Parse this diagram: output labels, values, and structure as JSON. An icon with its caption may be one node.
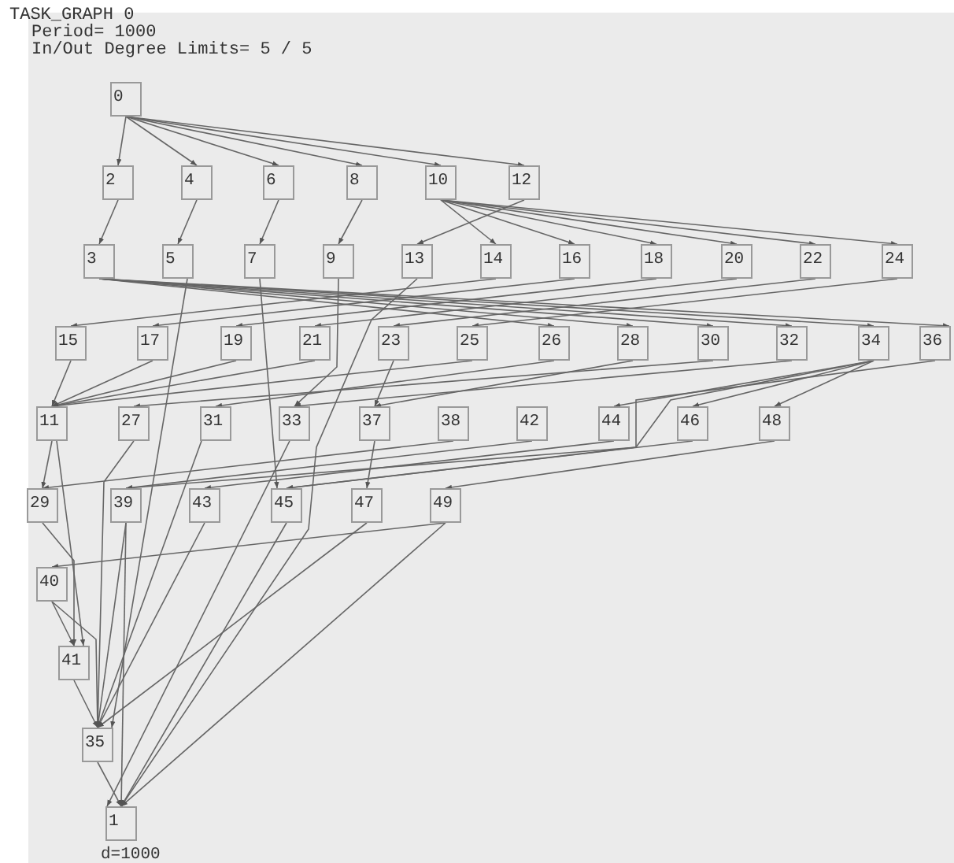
{
  "diagram": {
    "title": "TASK_GRAPH 0",
    "labels": [
      "Period= 1000",
      "In/Out Degree Limits= 5 / 5"
    ],
    "nodes": [
      {
        "text": [
          "0"
        ]
      },
      {
        "text": [
          "2"
        ]
      },
      {
        "text": [
          "4"
        ]
      },
      {
        "text": [
          "6"
        ]
      },
      {
        "text": [
          "8"
        ]
      },
      {
        "text": [
          "10"
        ]
      },
      {
        "text": [
          "12"
        ]
      },
      {
        "text": [
          "3"
        ]
      },
      {
        "text": [
          "5"
        ]
      },
      {
        "text": [
          "7"
        ]
      },
      {
        "text": [
          "9"
        ]
      },
      {
        "text": [
          "13"
        ]
      },
      {
        "text": [
          "14"
        ]
      },
      {
        "text": [
          "16"
        ]
      },
      {
        "text": [
          "18"
        ]
      },
      {
        "text": [
          "20"
        ]
      },
      {
        "text": [
          "22"
        ]
      },
      {
        "text": [
          "24"
        ]
      },
      {
        "text": [
          "15"
        ]
      },
      {
        "text": [
          "17"
        ]
      },
      {
        "text": [
          "19"
        ]
      },
      {
        "text": [
          "21"
        ]
      },
      {
        "text": [
          "23"
        ]
      },
      {
        "text": [
          "25"
        ]
      },
      {
        "text": [
          "26"
        ]
      },
      {
        "text": [
          "28"
        ]
      },
      {
        "text": [
          "30"
        ]
      },
      {
        "text": [
          "32"
        ]
      },
      {
        "text": [
          "34"
        ]
      },
      {
        "text": [
          "36"
        ]
      },
      {
        "text": [
          "11"
        ]
      },
      {
        "text": [
          "27"
        ]
      },
      {
        "text": [
          "31"
        ]
      },
      {
        "text": [
          "33"
        ]
      },
      {
        "text": [
          "37"
        ]
      },
      {
        "text": [
          "38"
        ]
      },
      {
        "text": [
          "42"
        ]
      },
      {
        "text": [
          "44"
        ]
      },
      {
        "text": [
          "46"
        ]
      },
      {
        "text": [
          "48"
        ]
      },
      {
        "text": [
          "29"
        ]
      },
      {
        "text": [
          "39"
        ]
      },
      {
        "text": [
          "43"
        ]
      },
      {
        "text": [
          "45"
        ]
      },
      {
        "text": [
          "47"
        ]
      },
      {
        "text": [
          "49"
        ]
      },
      {
        "text": [
          "40"
        ]
      },
      {
        "text": [
          "41"
        ]
      },
      {
        "text": [
          "35"
        ]
      },
      {
        "text": [
          "1"
        ],
        "beside": [
          "d=1000"
        ]
      }
    ],
    "edges": [
      {
        "from": 0,
        "to": 1,
        "arrow": "to"
      },
      {
        "from": 0,
        "to": 2,
        "arrow": "to"
      },
      {
        "from": 0,
        "to": 3,
        "arrow": "to"
      },
      {
        "from": 0,
        "to": 4,
        "arrow": "to"
      },
      {
        "from": 0,
        "to": 5,
        "arrow": "to"
      },
      {
        "from": 0,
        "to": 6,
        "arrow": "to"
      },
      {
        "from": 1,
        "to": 7,
        "arrow": "to"
      },
      {
        "from": 2,
        "to": 8,
        "arrow": "to"
      },
      {
        "from": 3,
        "to": 9,
        "arrow": "to"
      },
      {
        "from": 4,
        "to": 10,
        "arrow": "to"
      },
      {
        "from": 6,
        "to": 11,
        "arrow": "to"
      },
      {
        "from": 5,
        "to": 12,
        "arrow": "to"
      },
      {
        "from": 5,
        "to": 13,
        "arrow": "to"
      },
      {
        "from": 5,
        "to": 14,
        "arrow": "to"
      },
      {
        "from": 5,
        "to": 15,
        "arrow": "to"
      },
      {
        "from": 5,
        "to": 16,
        "arrow": "to"
      },
      {
        "from": 5,
        "to": 17,
        "arrow": "to"
      },
      {
        "from": 7,
        "to": 24,
        "arrow": "to"
      },
      {
        "from": 7,
        "to": 25,
        "arrow": "to"
      },
      {
        "from": 7,
        "to": 26,
        "arrow": "to"
      },
      {
        "from": 7,
        "to": 27,
        "arrow": "to"
      },
      {
        "from": 7,
        "to": 28,
        "arrow": "to"
      },
      {
        "from": 7,
        "to": 29,
        "arrow": "to"
      },
      {
        "from": 12,
        "to": 18,
        "arrow": "to"
      },
      {
        "from": 13,
        "to": 19,
        "arrow": "to"
      },
      {
        "from": 14,
        "to": 20,
        "arrow": "to"
      },
      {
        "from": 15,
        "to": 21,
        "arrow": "to"
      },
      {
        "from": 16,
        "to": 22,
        "arrow": "to"
      },
      {
        "from": 17,
        "to": 23,
        "arrow": "to"
      },
      {
        "from": 8,
        "to": 48,
        "arrow": "to"
      },
      {
        "from": 9,
        "to": 43,
        "arrow": "to"
      },
      {
        "from": 10,
        "to": 33,
        "arrow": "to"
      },
      {
        "from": 11,
        "to": 49,
        "arrow": "to"
      },
      {
        "from": 18,
        "to": 30,
        "arrow": "to"
      },
      {
        "from": 19,
        "to": 30,
        "arrow": "to"
      },
      {
        "from": 20,
        "to": 30,
        "arrow": "to"
      },
      {
        "from": 21,
        "to": 30,
        "arrow": "to"
      },
      {
        "from": 23,
        "to": 30,
        "arrow": "to"
      },
      {
        "from": 22,
        "to": 34,
        "arrow": "to"
      },
      {
        "from": 24,
        "to": 32,
        "arrow": "to"
      },
      {
        "from": 25,
        "to": 34,
        "arrow": "to"
      },
      {
        "from": 26,
        "to": 31,
        "arrow": "to"
      },
      {
        "from": 27,
        "to": 33,
        "arrow": "to"
      },
      {
        "from": 29,
        "to": 41,
        "arrow": "to"
      },
      {
        "from": 45,
        "to": 46,
        "arrow": "to"
      },
      {
        "from": 28,
        "to": 37,
        "arrow": "to"
      },
      {
        "from": 28,
        "to": 38,
        "arrow": "to"
      },
      {
        "from": 28,
        "to": 39,
        "arrow": "to"
      },
      {
        "from": 28,
        "to": 43,
        "arrow": "to"
      },
      {
        "from": 30,
        "to": 40,
        "arrow": "to"
      },
      {
        "from": 30,
        "to": 47,
        "arrow": "to"
      },
      {
        "from": 31,
        "to": 48,
        "arrow": "to"
      },
      {
        "from": 32,
        "to": 48,
        "arrow": "to"
      },
      {
        "from": 33,
        "to": 49,
        "arrow": "to"
      },
      {
        "from": 34,
        "to": 44,
        "arrow": "to"
      },
      {
        "from": 35,
        "to": 40,
        "arrow": "to"
      },
      {
        "from": 36,
        "to": 41,
        "arrow": "to"
      },
      {
        "from": 37,
        "to": 42,
        "arrow": "to"
      },
      {
        "from": 38,
        "to": 43,
        "arrow": "to"
      },
      {
        "from": 39,
        "to": 45,
        "arrow": "to"
      },
      {
        "from": 40,
        "to": 47,
        "arrow": "to"
      },
      {
        "from": 41,
        "to": 48,
        "arrow": "to"
      },
      {
        "from": 41,
        "to": 49,
        "arrow": "to"
      },
      {
        "from": 42,
        "to": 48,
        "arrow": "to"
      },
      {
        "from": 43,
        "to": 49,
        "arrow": "to"
      },
      {
        "from": 44,
        "to": 48,
        "arrow": "to"
      },
      {
        "from": 45,
        "to": 49,
        "arrow": "to"
      },
      {
        "from": 46,
        "to": 48,
        "arrow": "to"
      },
      {
        "from": 46,
        "to": 47,
        "arrow": "to"
      },
      {
        "from": 47,
        "to": 48,
        "arrow": "to"
      },
      {
        "from": 48,
        "to": 49,
        "arrow": "to"
      }
    ]
  }
}
